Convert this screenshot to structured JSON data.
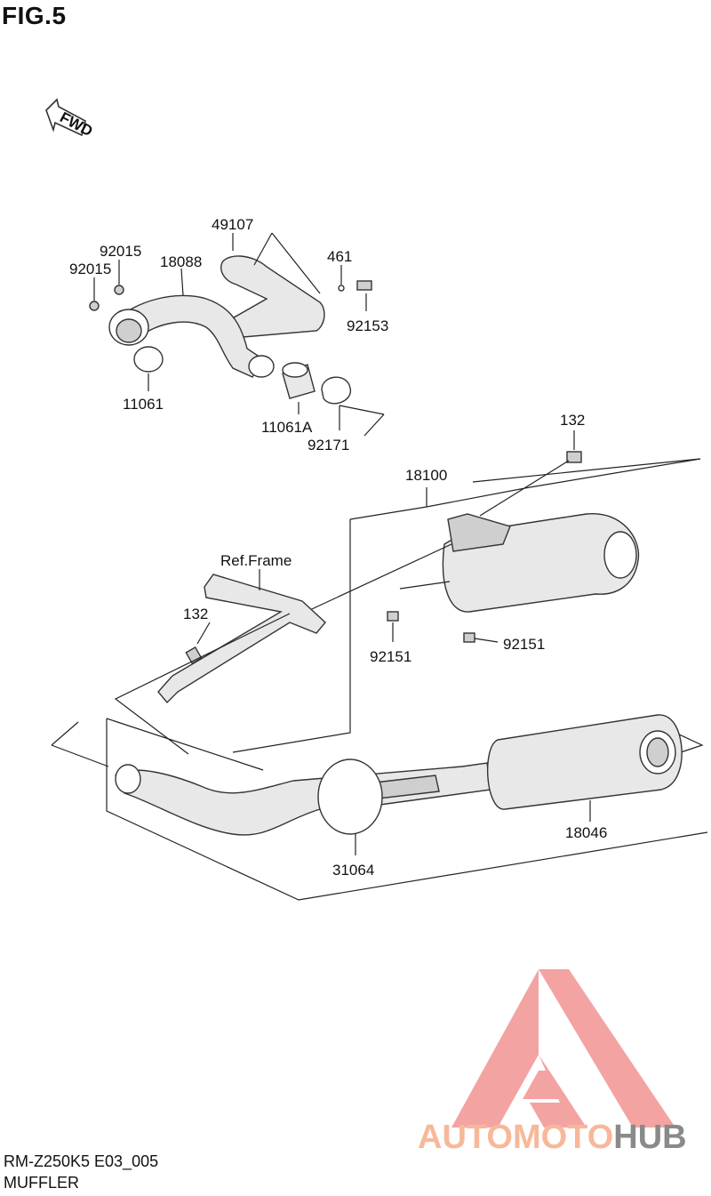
{
  "figure": {
    "title": "FIG.5"
  },
  "fwd_label": "FWD",
  "callouts": {
    "p49107": "49107",
    "p92015a": "92015",
    "p92015b": "92015",
    "p18088": "18088",
    "p461": "461",
    "p92153": "92153",
    "p11061": "11061",
    "p11061A": "11061A",
    "p92171": "92171",
    "p132a": "132",
    "p18100": "18100",
    "ref_frame": "Ref.Frame",
    "p132b": "132",
    "p92151a": "92151",
    "p92151b": "92151",
    "p18046": "18046",
    "p31064": "31064"
  },
  "footer": {
    "code": "RM-Z250K5 E03_005",
    "name": "MUFFLER"
  },
  "watermark": {
    "part1": "AUTOMOTO",
    "part2": "HUB"
  },
  "colors": {
    "watermark_red": "#f29a98",
    "watermark_orange": "#f7b89a",
    "watermark_gray": "#8a8a8a"
  }
}
